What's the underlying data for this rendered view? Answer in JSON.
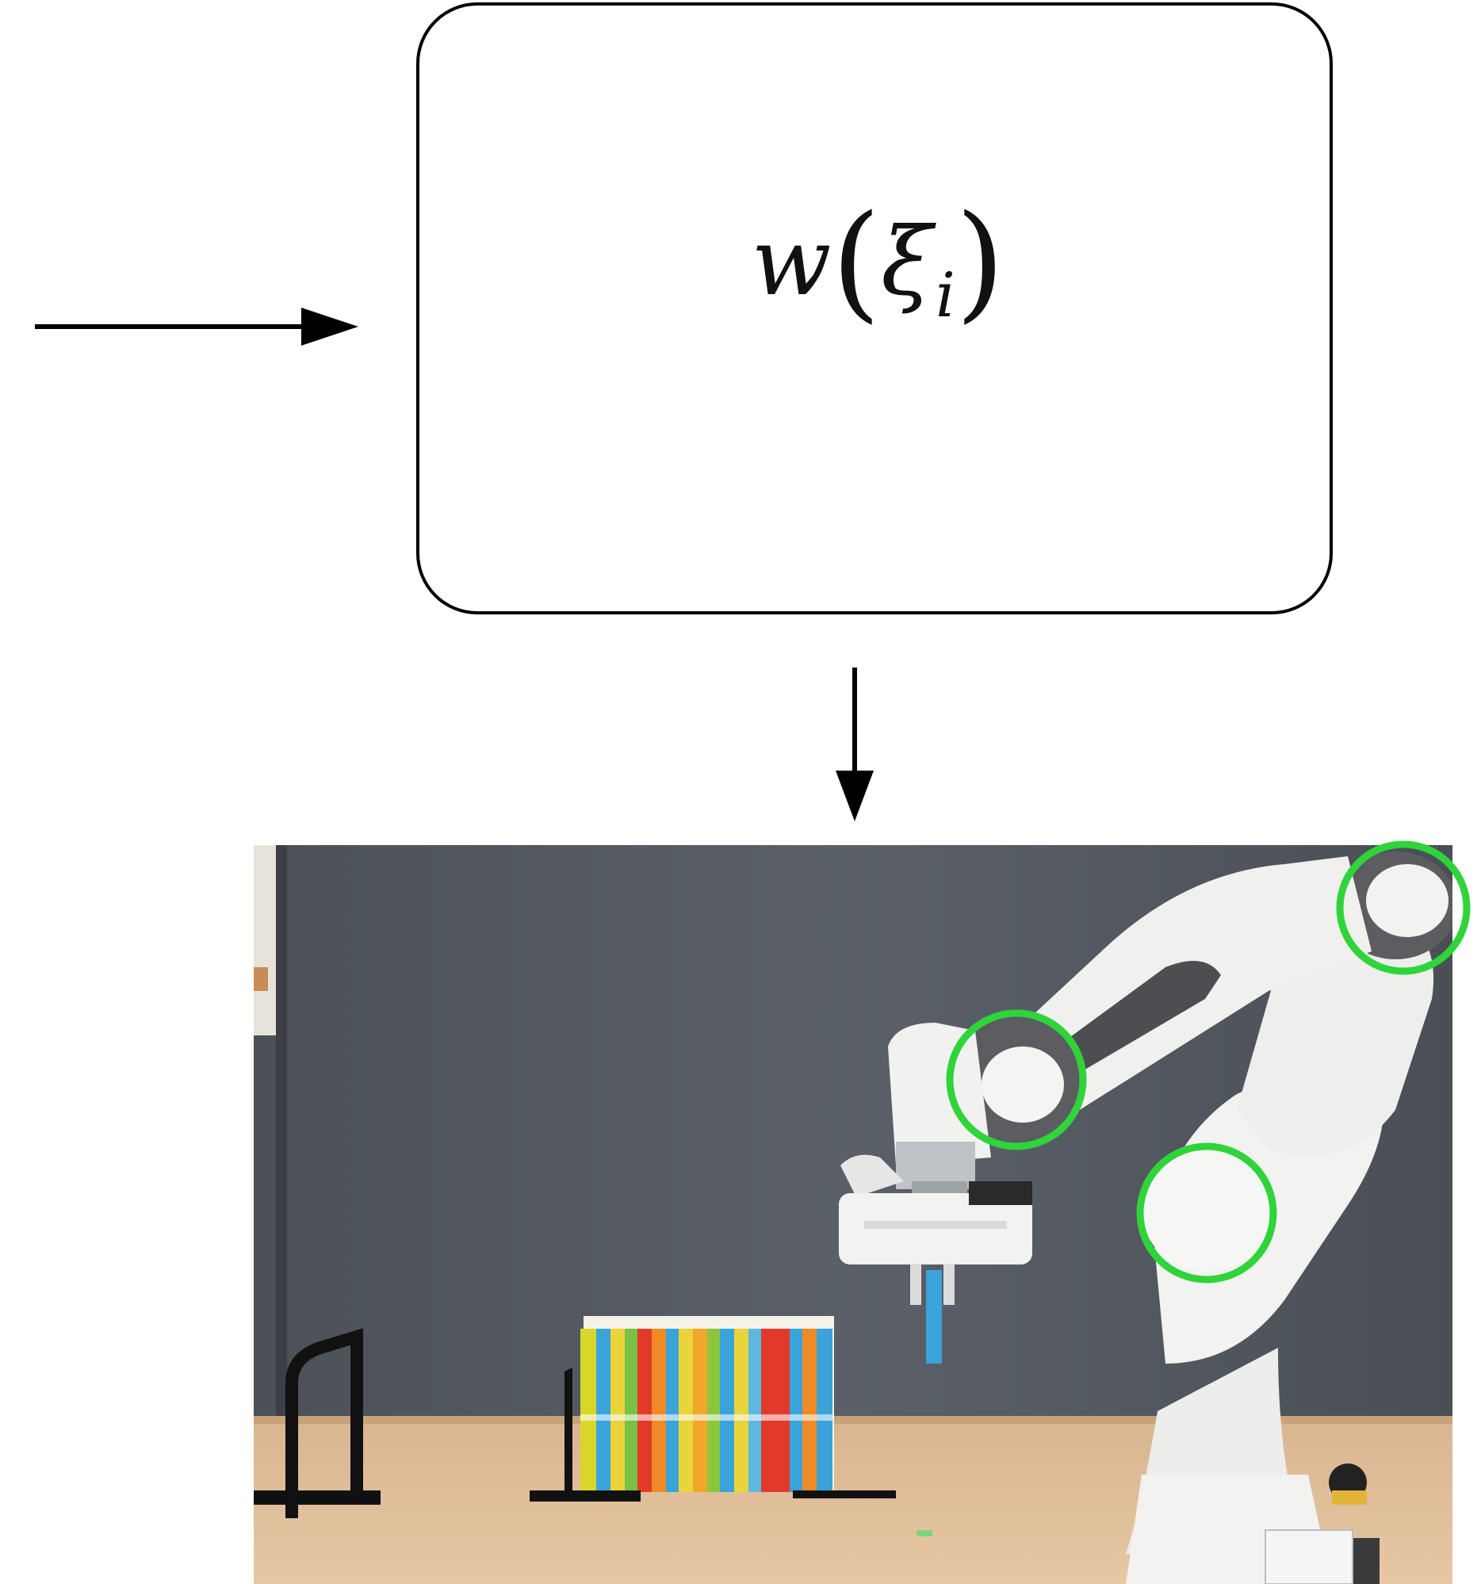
{
  "process_box": {
    "function": "w",
    "variable": "ξ",
    "subscript": "i"
  },
  "photo": {
    "description_icons": "robot-arm-photo",
    "highlight_color": "#2fd43a"
  }
}
